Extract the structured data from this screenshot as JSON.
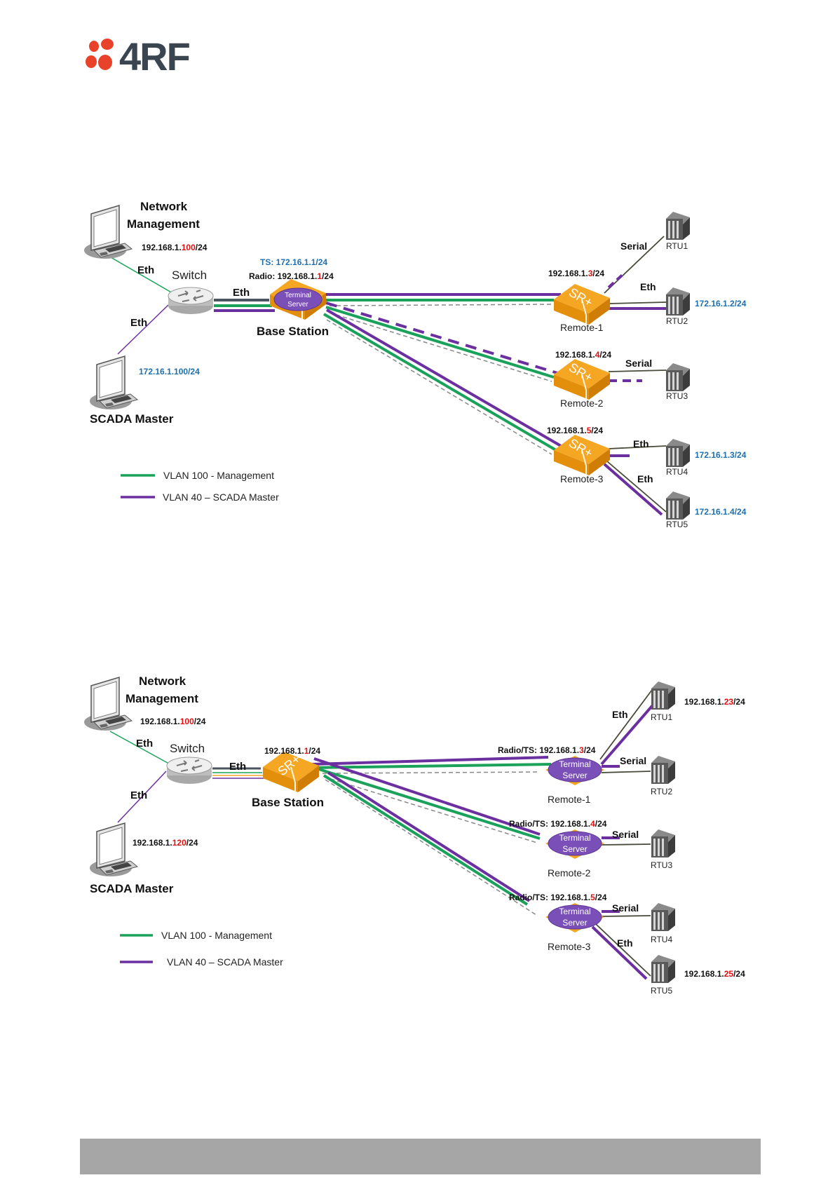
{
  "brand": {
    "logo_text": "4RF",
    "logo_dot_color": "#e8432a",
    "logo_text_color": "#3a4550"
  },
  "colors": {
    "vlan100": "#1aa25a",
    "vlan40": "#6b2fa0",
    "eth_cable": "#4a4a3a",
    "device_orange": "#f5a623",
    "ts_purple": "#7b4fb8",
    "ip_blue": "#1f6fae",
    "ip_red": "#e01010",
    "footer_gray": "#a6a6a6"
  },
  "diagram1": {
    "network_management": {
      "title_line1": "Network",
      "title_line2": "Management",
      "ip_prefix": "192.168.1.",
      "ip_host": "100",
      "ip_suffix": "/24"
    },
    "switch_label": "Switch",
    "eth_nm": "Eth",
    "eth_scada": "Eth",
    "eth_base": "Eth",
    "scada_master": {
      "title": "SCADA Master",
      "ip": "172.16.1.100/24"
    },
    "base_station": {
      "title": "Base Station",
      "ts_ip": "TS: 172.16.1.1/24",
      "radio_prefix": "Radio: 192.168.1.",
      "radio_host": "1",
      "radio_suffix": "/24",
      "device_text_line1": "Terminal",
      "device_text_line2": "Server"
    },
    "remotes": [
      {
        "name": "Remote-1",
        "ip_prefix": "192.168.1.",
        "ip_host": "3",
        "ip_suffix": "/24",
        "device_text": "SR+"
      },
      {
        "name": "Remote-2",
        "ip_prefix": "192.168.1.",
        "ip_host": "4",
        "ip_suffix": "/24",
        "device_text": "SR+"
      },
      {
        "name": "Remote-3",
        "ip_prefix": "192.168.1.",
        "ip_host": "5",
        "ip_suffix": "/24",
        "device_text": "SR+"
      }
    ],
    "links": {
      "r1_serial": "Serial",
      "r1_eth": "Eth",
      "r2_serial": "Serial",
      "r3_eth_rtu4": "Eth",
      "r3_eth_rtu5": "Eth"
    },
    "rtus": [
      {
        "name": "RTU1",
        "ip": ""
      },
      {
        "name": "RTU2",
        "ip": "172.16.1.2/24"
      },
      {
        "name": "RTU3",
        "ip": ""
      },
      {
        "name": "RTU4",
        "ip": "172.16.1.3/24"
      },
      {
        "name": "RTU5",
        "ip": "172.16.1.4/24"
      }
    ],
    "legend": [
      {
        "label": "VLAN 100 - Management",
        "color_key": "vlan100"
      },
      {
        "label": "VLAN 40 – SCADA Master",
        "color_key": "vlan40"
      }
    ]
  },
  "diagram2": {
    "network_management": {
      "title_line1": "Network",
      "title_line2": "Management",
      "ip_prefix": "192.168.1.",
      "ip_host": "100",
      "ip_suffix": "/24"
    },
    "switch_label": "Switch",
    "eth_nm": "Eth",
    "eth_scada": "Eth",
    "eth_base": "Eth",
    "scada_master": {
      "title": "SCADA Master",
      "ip_prefix": "192.168.1.",
      "ip_host": "120",
      "ip_suffix": "/24"
    },
    "base_station": {
      "title": "Base Station",
      "ip_prefix": "192.168.1.",
      "ip_host": "1",
      "ip_suffix": "/24",
      "device_text": "SR+"
    },
    "remotes": [
      {
        "name": "Remote-1",
        "ip_prefix": "Radio/TS: 192.168.1.",
        "ip_host": "3",
        "ip_suffix": "/24",
        "device_text_line1": "Terminal",
        "device_text_line2": "Server"
      },
      {
        "name": "Remote-2",
        "ip_prefix": "Radio/TS: 192.168.1.",
        "ip_host": "4",
        "ip_suffix": "/24",
        "device_text_line1": "Terminal",
        "device_text_line2": "Server"
      },
      {
        "name": "Remote-3",
        "ip_prefix": "Radio/TS: 192.168.1.",
        "ip_host": "5",
        "ip_suffix": "/24",
        "device_text_line1": "Terminal",
        "device_text_line2": "Server"
      }
    ],
    "links": {
      "r1_eth": "Eth",
      "r1_serial": "Serial",
      "r2_serial": "Serial",
      "r3_serial": "Serial",
      "r3_eth": "Eth"
    },
    "rtus": [
      {
        "name": "RTU1",
        "ip_prefix": "192.168.1.",
        "ip_host": "23",
        "ip_suffix": "/24"
      },
      {
        "name": "RTU2",
        "ip_prefix": "",
        "ip_host": "",
        "ip_suffix": ""
      },
      {
        "name": "RTU3",
        "ip_prefix": "",
        "ip_host": "",
        "ip_suffix": ""
      },
      {
        "name": "RTU4",
        "ip_prefix": "",
        "ip_host": "",
        "ip_suffix": ""
      },
      {
        "name": "RTU5",
        "ip_prefix": "192.168.1.",
        "ip_host": "25",
        "ip_suffix": "/24"
      }
    ],
    "legend": [
      {
        "label": "VLAN 100 - Management",
        "color_key": "vlan100"
      },
      {
        "label": "VLAN 40 – SCADA Master",
        "color_key": "vlan40"
      }
    ]
  }
}
